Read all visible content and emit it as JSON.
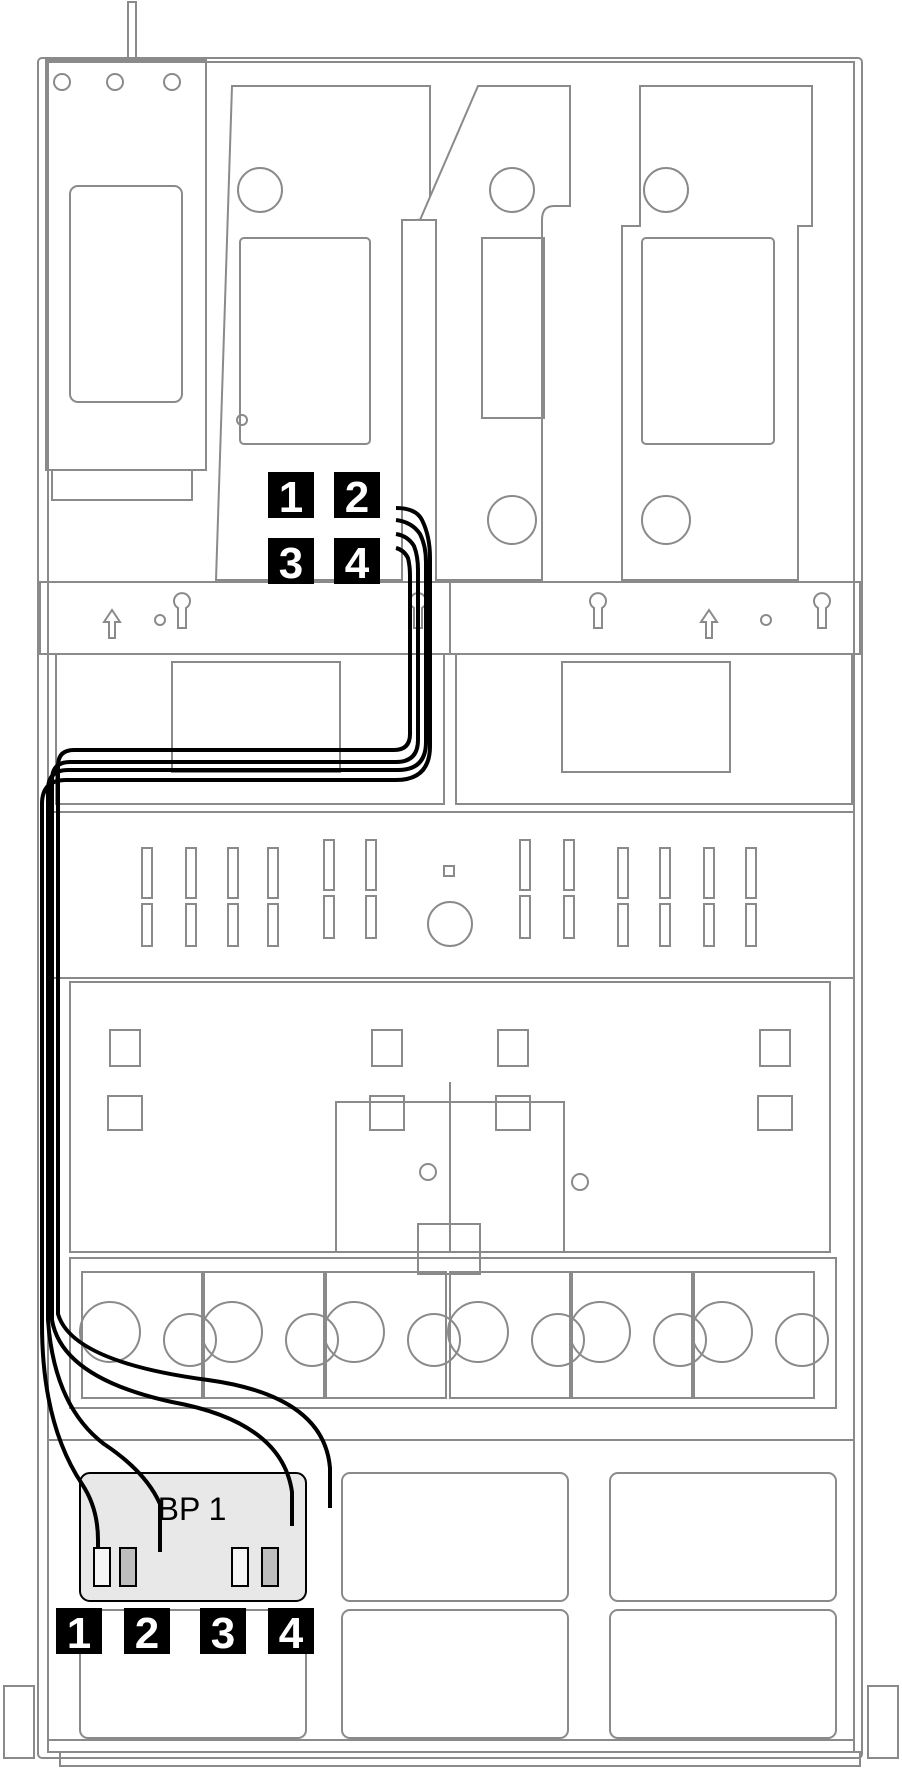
{
  "diagram": {
    "colors": {
      "line": "#8a8a8a",
      "cable": "#000000",
      "badge_bg": "#000000",
      "badge_fg": "#ffffff",
      "backplane_fill": "#e8e8e8",
      "connector_fill": "#bdbdbd"
    },
    "riser_labels": [
      "1",
      "2",
      "3",
      "4"
    ],
    "backplane": {
      "label": "BP 1",
      "connector_labels": [
        "1",
        "2",
        "3",
        "4"
      ]
    }
  }
}
